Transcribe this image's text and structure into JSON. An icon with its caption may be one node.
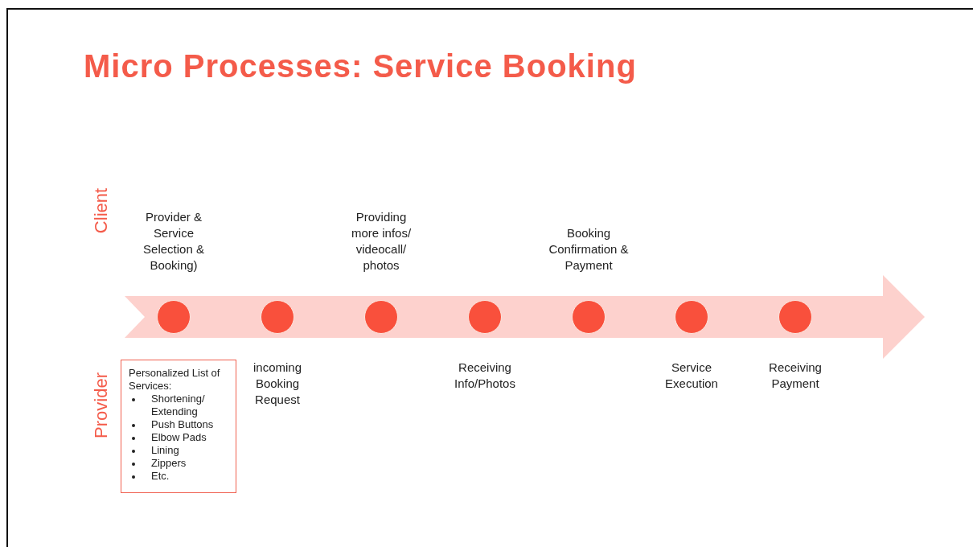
{
  "diagram": {
    "title": "Micro Processes: Service Booking",
    "nodes": [
      {
        "text": [],
        "shape": "circle",
        "beside": [
          "Provider & Service Selection & Booking)"
        ]
      },
      {
        "text": [],
        "shape": "circle",
        "beside": [
          "incoming Booking Request"
        ]
      },
      {
        "text": [],
        "shape": "circle",
        "beside": [
          "Providing more infos/ videocall/ photos"
        ]
      },
      {
        "text": [],
        "shape": "circle",
        "beside": [
          "Receiving Info/Photos"
        ]
      },
      {
        "text": [],
        "shape": "circle",
        "beside": [
          "Booking Confirmation & Payment"
        ]
      },
      {
        "text": [],
        "shape": "circle",
        "beside": [
          "Service Execution"
        ]
      },
      {
        "text": [],
        "shape": "circle",
        "beside": [
          "Receiving Payment"
        ]
      },
      {
        "text": [
          "Personalized List of Services:",
          "Shortening/ Extending",
          "Push Buttons",
          "Elbow Pads",
          "Lining",
          "Zippers",
          "Etc."
        ]
      }
    ],
    "edges": [],
    "labels": [
      "Client",
      "Provider"
    ]
  }
}
